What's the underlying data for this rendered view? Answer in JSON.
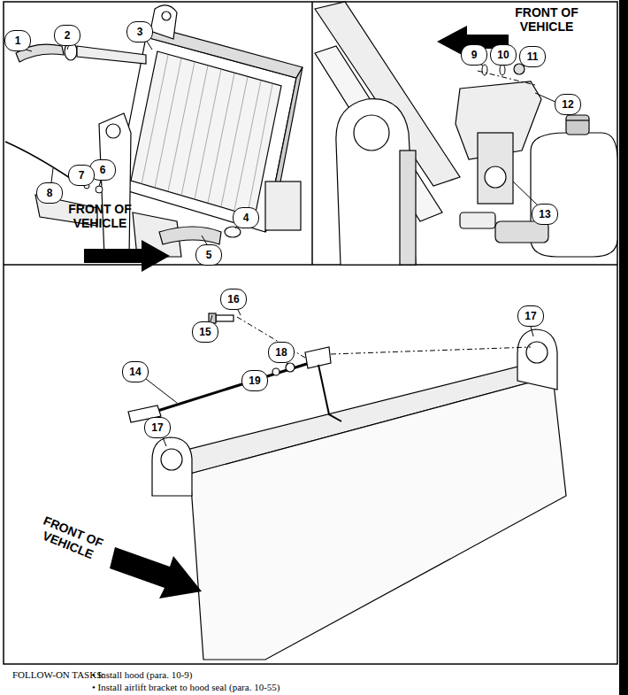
{
  "diagram": {
    "labels": [
      "1",
      "2",
      "3",
      "4",
      "5",
      "6",
      "7",
      "8",
      "9",
      "10",
      "11",
      "12",
      "13",
      "14",
      "15",
      "16",
      "17",
      "17",
      "18",
      "19",
      "FRONT OF VEHICLE",
      "FRONT OF VEHICLE",
      "FRONT OF VEHICLE",
      "FOLLOW-ON TASKS:",
      "• Install hood (para. 10-9)",
      "• Install airlift bracket to hood seal (para. 10-55)"
    ]
  }
}
